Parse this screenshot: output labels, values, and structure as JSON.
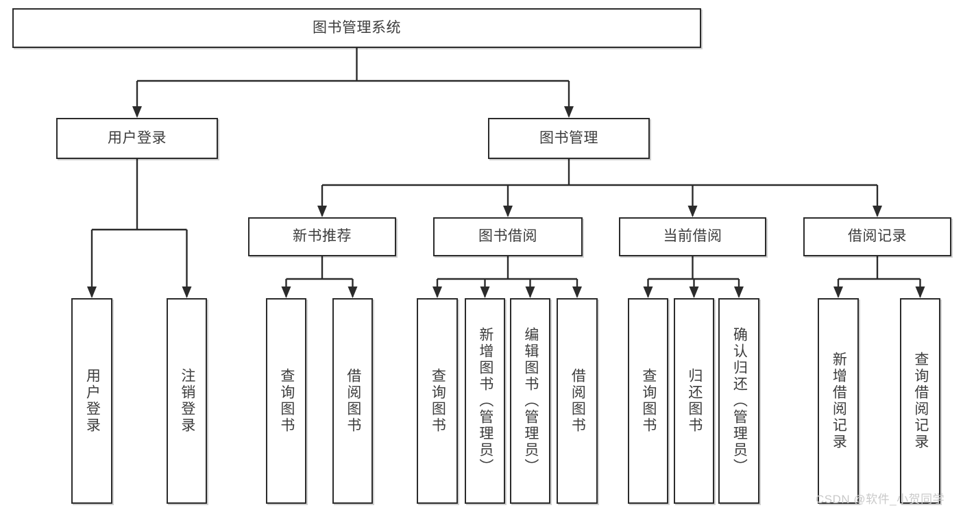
{
  "diagram": {
    "type": "hierarchy-tree",
    "title": "图书管理系统",
    "orientation": "top-down",
    "levels": 4,
    "background_color": "#ffffff",
    "border_color": "#2b2b2b",
    "text_color": "#3c3c3c",
    "nodes": {
      "root": {
        "label": "图书管理系统",
        "level": 0,
        "orientation": "horizontal"
      },
      "n_user_login": {
        "label": "用户登录",
        "level": 1,
        "orientation": "horizontal"
      },
      "n_book_mgmt": {
        "label": "图书管理",
        "level": 1,
        "orientation": "horizontal"
      },
      "n_new_book_rec": {
        "label": "新书推荐",
        "level": 2,
        "orientation": "horizontal"
      },
      "n_book_borrow": {
        "label": "图书借阅",
        "level": 2,
        "orientation": "horizontal"
      },
      "n_current_borrow": {
        "label": "当前借阅",
        "level": 2,
        "orientation": "horizontal"
      },
      "n_borrow_record": {
        "label": "借阅记录",
        "level": 2,
        "orientation": "horizontal"
      },
      "l_user_login": {
        "label": "用户登录",
        "level": 3,
        "orientation": "vertical"
      },
      "l_logout": {
        "label": "注销登录",
        "level": 3,
        "orientation": "vertical"
      },
      "l_query_book_1": {
        "label": "查询图书",
        "level": 3,
        "orientation": "vertical"
      },
      "l_borrow_book_1": {
        "label": "借阅图书",
        "level": 3,
        "orientation": "vertical"
      },
      "l_query_book_2": {
        "label": "查询图书",
        "level": 3,
        "orientation": "vertical"
      },
      "l_add_book": {
        "label": "新增图书（管理员）",
        "level": 3,
        "orientation": "vertical"
      },
      "l_edit_book": {
        "label": "编辑图书（管理员）",
        "level": 3,
        "orientation": "vertical"
      },
      "l_borrow_book_2": {
        "label": "借阅图书",
        "level": 3,
        "orientation": "vertical"
      },
      "l_query_book_3": {
        "label": "查询图书",
        "level": 3,
        "orientation": "vertical"
      },
      "l_return_book": {
        "label": "归还图书",
        "level": 3,
        "orientation": "vertical"
      },
      "l_confirm_return": {
        "label": "确认归还（管理员）",
        "level": 3,
        "orientation": "vertical"
      },
      "l_add_record": {
        "label": "新增借阅记录",
        "level": 3,
        "orientation": "vertical"
      },
      "l_query_record": {
        "label": "查询借阅记录",
        "level": 3,
        "orientation": "vertical"
      }
    },
    "edges": [
      {
        "from": "root",
        "to": "n_user_login"
      },
      {
        "from": "root",
        "to": "n_book_mgmt"
      },
      {
        "from": "n_book_mgmt",
        "to": "n_new_book_rec"
      },
      {
        "from": "n_book_mgmt",
        "to": "n_book_borrow"
      },
      {
        "from": "n_book_mgmt",
        "to": "n_current_borrow"
      },
      {
        "from": "n_book_mgmt",
        "to": "n_borrow_record"
      },
      {
        "from": "n_user_login",
        "to": "l_user_login"
      },
      {
        "from": "n_user_login",
        "to": "l_logout"
      },
      {
        "from": "n_new_book_rec",
        "to": "l_query_book_1"
      },
      {
        "from": "n_new_book_rec",
        "to": "l_borrow_book_1"
      },
      {
        "from": "n_book_borrow",
        "to": "l_query_book_2"
      },
      {
        "from": "n_book_borrow",
        "to": "l_add_book"
      },
      {
        "from": "n_book_borrow",
        "to": "l_edit_book"
      },
      {
        "from": "n_book_borrow",
        "to": "l_borrow_book_2"
      },
      {
        "from": "n_current_borrow",
        "to": "l_query_book_3"
      },
      {
        "from": "n_current_borrow",
        "to": "l_return_book"
      },
      {
        "from": "n_current_borrow",
        "to": "l_confirm_return"
      },
      {
        "from": "n_borrow_record",
        "to": "l_add_record"
      },
      {
        "from": "n_borrow_record",
        "to": "l_query_record"
      }
    ]
  },
  "watermark": {
    "text": "CSDN @软件_小贺同学",
    "color": "#c9c9c9"
  }
}
